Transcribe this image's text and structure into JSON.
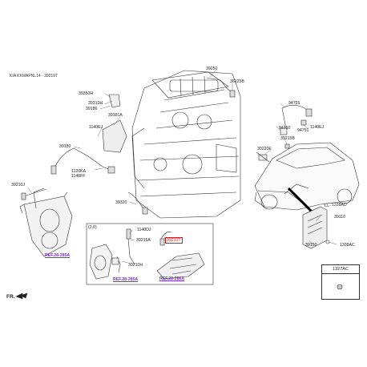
{
  "header": {
    "model_code": "KIA KKMAPNL14 - 39210T"
  },
  "labels": {
    "l39250": "39250",
    "l36125b": "36125B",
    "l39350h": "39350H",
    "l39310h": "39310H",
    "l39186": "39186",
    "l39181a": "39181A",
    "l1140ej_a": "1140EJ",
    "l39180": "39180",
    "l1120ka": "1120KA",
    "l1140ff": "1140FF",
    "l39210j": "39210J",
    "l39320": "39320",
    "l94755": "94755",
    "l94750": "94750",
    "l94751": "94751",
    "l1140ej_b": "1140EJ",
    "l39215b": "39215B",
    "l39220e": "39220E",
    "l1338ad": "1338AD",
    "l39110": "39110",
    "l39150": "39150",
    "l1338ac": "1338AC",
    "l1327ac": "1327AC",
    "l20": "(2.0)",
    "l1140dj": "1140DJ",
    "l39215a": "39215A",
    "l39210h": "39210H",
    "l39210t": "39210T"
  },
  "refs": {
    "ref1": "REF.28-285A",
    "ref2": "REF.28-285A",
    "ref3": "REF.28-286A"
  },
  "footer": {
    "direction": "FR."
  },
  "colors": {
    "highlight": "#d01b1b",
    "reference": "#7a2fbf",
    "line": "#333333"
  }
}
